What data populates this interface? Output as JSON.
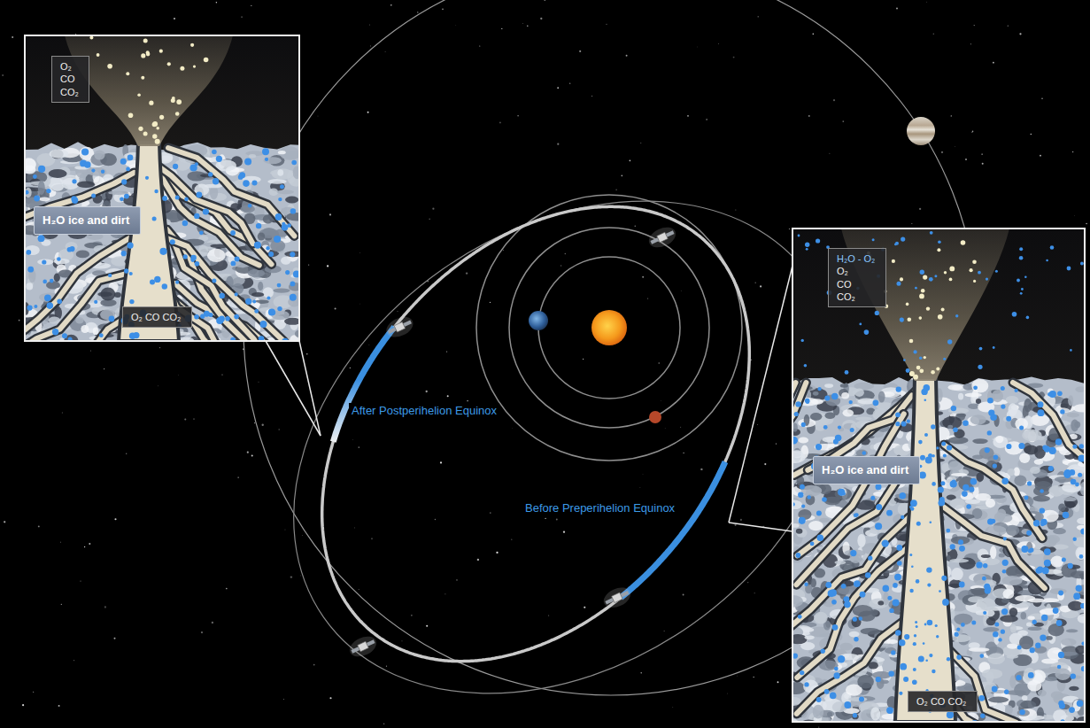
{
  "diagram": {
    "nodes": [
      {
        "text": [
          "O₂",
          "CO",
          "CO₂"
        ]
      },
      {
        "text": [
          "H₂O ice and dirt"
        ]
      },
      {
        "text": [
          "O₂ CO CO₂"
        ]
      },
      {
        "text": [
          "H₂O - O₂",
          "O₂",
          "CO",
          "CO₂"
        ]
      },
      {
        "text": [
          "H₂O ice and dirt"
        ]
      },
      {
        "text": [
          "O₂ CO CO₂"
        ]
      }
    ],
    "labels": [
      "After Postperihelion Equinox",
      "Before Preperihelion Equinox"
    ]
  }
}
